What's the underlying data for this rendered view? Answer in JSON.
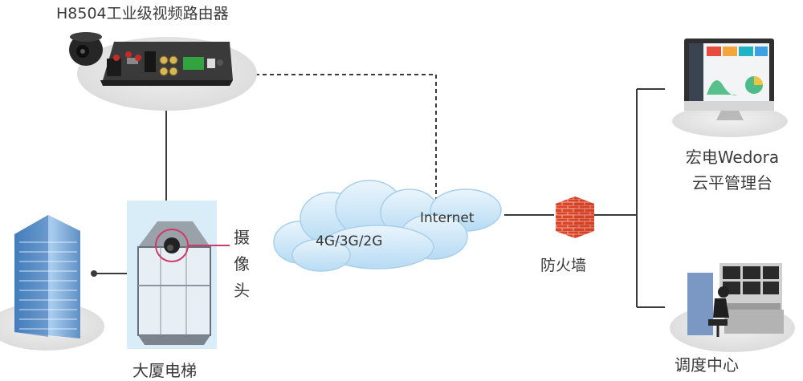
{
  "labels": {
    "router_title": "H8504工业级视频路由器",
    "camera": "摄像头",
    "elevator": "大厦电梯",
    "firewall": "防火墙",
    "cloud_platform_line1": "宏电Wedora",
    "cloud_platform_line2": "云平管理台",
    "dispatch_center": "调度中心",
    "internet": "Internet",
    "networks": "4G/3G/2G"
  },
  "colors": {
    "line": "#3a3a3a",
    "camera_link": "#d03a6a",
    "platform_shadow": "#e9e9e9",
    "cloud_fill": "#cfe7f7",
    "cloud_stroke": "#9cc9e8",
    "elevator_bg": "#d8edf8",
    "firewall": "#d9452a"
  },
  "icons": [
    "router-icon",
    "dome-camera-icon",
    "building-icon",
    "elevator-icon",
    "cloud-icon",
    "firewall-icon",
    "monitor-icon",
    "operator-desk-icon"
  ]
}
